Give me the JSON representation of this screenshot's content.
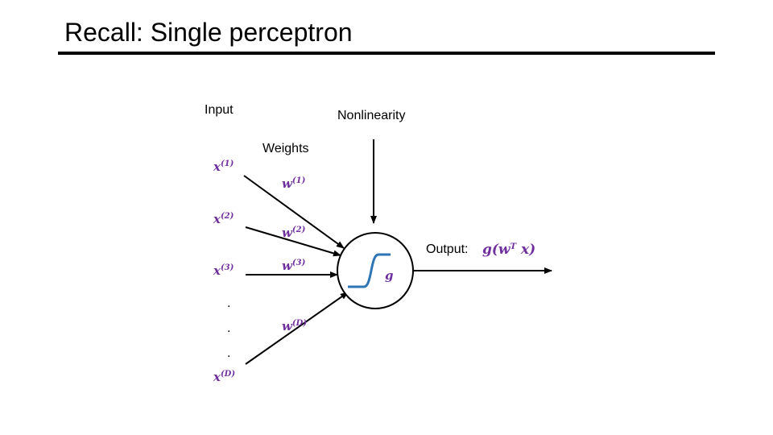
{
  "slide": {
    "title": "Recall: Single perceptron"
  },
  "labels": {
    "input": "Input",
    "nonlinearity": "Nonlinearity",
    "weights": "Weights",
    "output": "Output:"
  },
  "inputs": [
    {
      "base": "x",
      "sup": "(1)"
    },
    {
      "base": "x",
      "sup": "(2)"
    },
    {
      "base": "x",
      "sup": "(3)"
    },
    {
      "base": "x",
      "sup": "(D)"
    }
  ],
  "weights": [
    {
      "base": "w",
      "sup": "(1)"
    },
    {
      "base": "w",
      "sup": "(2)"
    },
    {
      "base": "w",
      "sup": "(3)"
    },
    {
      "base": "w",
      "sup": "(D)"
    }
  ],
  "ellipsis": [
    ".",
    ".",
    "."
  ],
  "activation": {
    "symbol": "g"
  },
  "output_expr": {
    "pre": "g(w",
    "sup": "T",
    "post": " x)"
  },
  "colors": {
    "math": "#7030a0",
    "curve": "#2e75b6",
    "line": "#000000"
  }
}
